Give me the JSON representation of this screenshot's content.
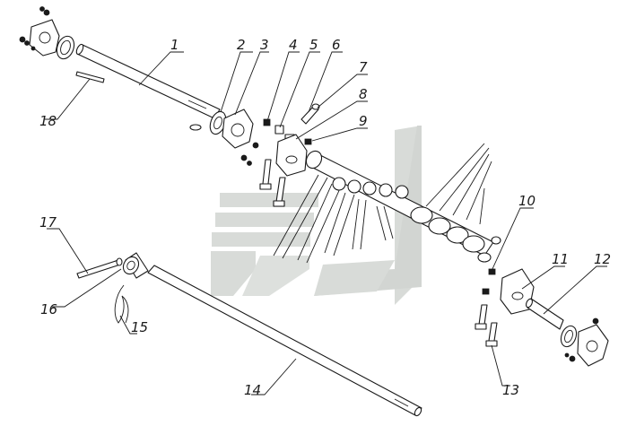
{
  "callouts": [
    {
      "id": "1",
      "label": "1"
    },
    {
      "id": "2",
      "label": "2"
    },
    {
      "id": "3",
      "label": "3"
    },
    {
      "id": "4",
      "label": "4"
    },
    {
      "id": "5",
      "label": "5"
    },
    {
      "id": "6",
      "label": "6"
    },
    {
      "id": "7",
      "label": "7"
    },
    {
      "id": "8",
      "label": "8"
    },
    {
      "id": "9",
      "label": "9"
    },
    {
      "id": "10",
      "label": "10"
    },
    {
      "id": "11",
      "label": "11"
    },
    {
      "id": "12",
      "label": "12"
    },
    {
      "id": "13",
      "label": "13"
    },
    {
      "id": "14",
      "label": "14"
    },
    {
      "id": "15",
      "label": "15"
    },
    {
      "id": "16",
      "label": "16"
    },
    {
      "id": "17",
      "label": "17"
    },
    {
      "id": "18",
      "label": "18"
    }
  ],
  "colors": {
    "line": "#1a1a1a",
    "background": "#ffffff",
    "watermark": "#c8cdc8"
  }
}
